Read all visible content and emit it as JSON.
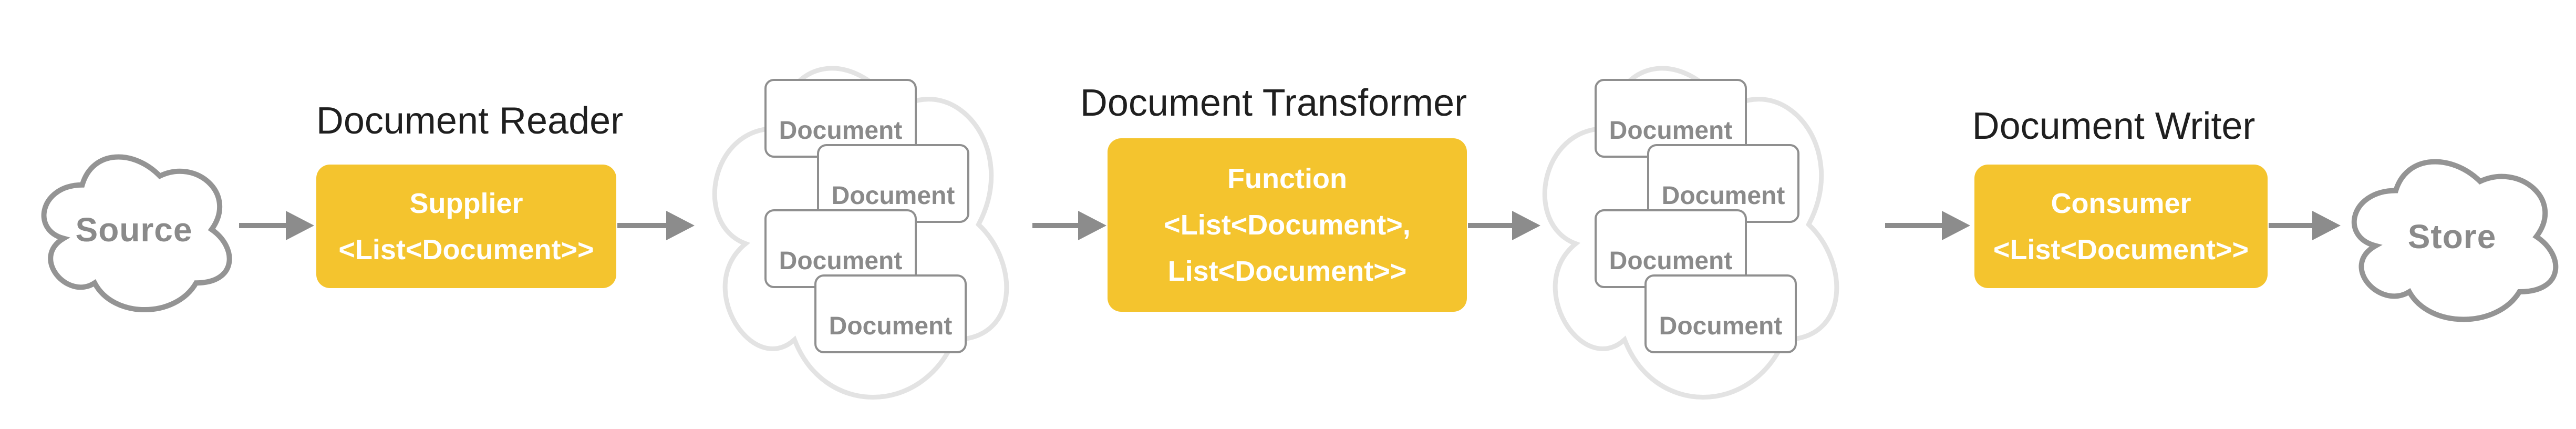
{
  "colors": {
    "background": "#FFFFFF",
    "accent_yellow": "#F4C42E",
    "arrow_gray": "#8C8C8C",
    "endpoint_cloud_stroke": "#949494",
    "doc_cloud_stroke": "#E3E3E3",
    "card_border": "#8F8F8F",
    "gray_text": "#8A8A8A",
    "title_text": "#1F1F1F",
    "box_text": "#FFFFFF"
  },
  "stages": {
    "source": {
      "label": "Source"
    },
    "reader": {
      "title": "Document Reader",
      "box_lines": [
        "Supplier",
        "<List<Document>>"
      ]
    },
    "documents_in": {
      "cards": [
        "Document",
        "Document",
        "Document",
        "Document"
      ]
    },
    "transformer": {
      "title": "Document Transformer",
      "box_lines": [
        "Function",
        "<List<Document>,",
        "List<Document>>"
      ]
    },
    "documents_out": {
      "cards": [
        "Document",
        "Document",
        "Document",
        "Document"
      ]
    },
    "writer": {
      "title": "Document Writer",
      "box_lines": [
        "Consumer",
        "<List<Document>>"
      ]
    },
    "store": {
      "label": "Store"
    }
  }
}
